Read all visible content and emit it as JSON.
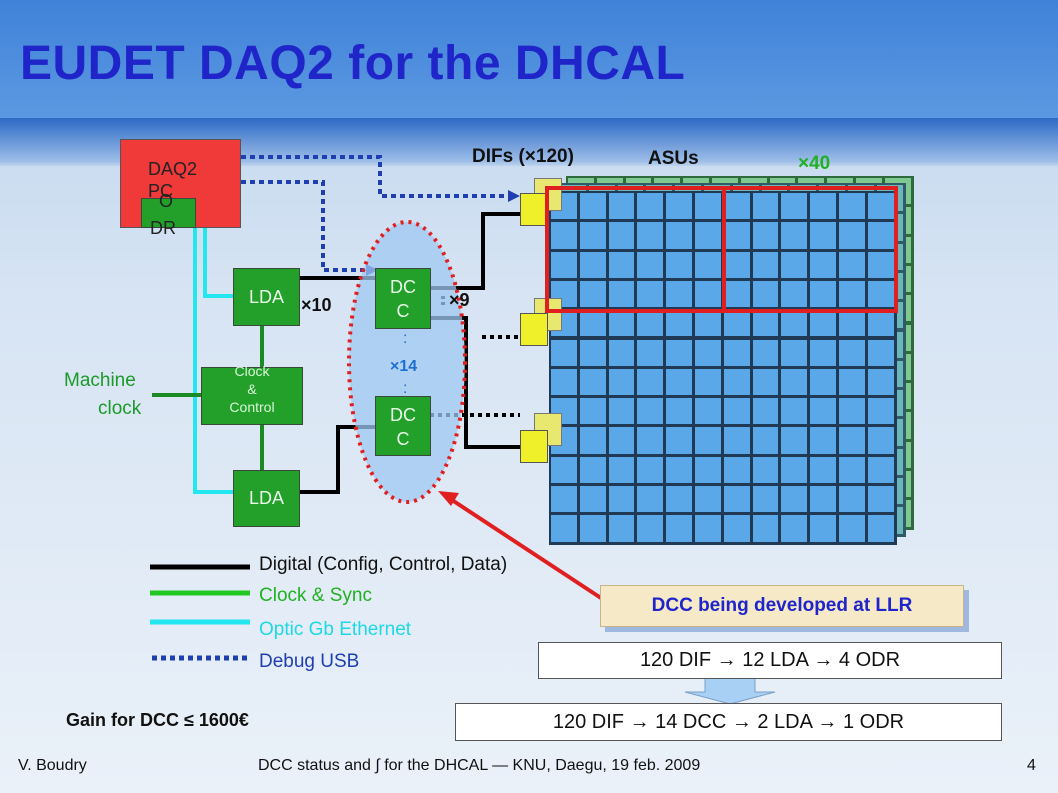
{
  "title": "EUDET DAQ2 for the DHCAL",
  "diagram": {
    "daq_pc": "DAQ2 PC",
    "odr_top": "O",
    "odr_bottom": "DR",
    "lda": "LDA",
    "clock_control": [
      "Clock",
      "&",
      "Control"
    ],
    "dcc": [
      "DC",
      "C"
    ],
    "machine_clock": [
      "Machine",
      "clock"
    ],
    "mult_lda_dcc": "×10",
    "mult_dcc_dif": "×9",
    "mult_dcc": "×14",
    "difs_label": "DIFs (×120)",
    "asus_label": "ASUs",
    "mult_asu": "×40"
  },
  "legend": {
    "items": [
      {
        "label": "Digital (Config, Control, Data)",
        "color": "#000000"
      },
      {
        "label": "Clock & Sync",
        "color": "#22c822"
      },
      {
        "label": "Optic Gb Ethernet",
        "color": "#22e6f0"
      },
      {
        "label": "Debug USB",
        "color": "#1f3fb0"
      }
    ]
  },
  "callout": "DCC being developed at LLR",
  "flow": {
    "before": "120 DIF → 12 LDA → 4 ODR",
    "after": "120 DIF → 14 DCC → 2 LDA → 1 ODR"
  },
  "gain": "Gain for DCC ≤ 1600€",
  "footer": {
    "author": "V. Boudry",
    "center": "DCC status and ∫ for the DHCAL  — KNU, Daegu, 19 feb. 2009",
    "page": "4"
  },
  "colors": {
    "title": "#1f25c8",
    "daq_pc": "#f03a3a",
    "green_box": "#22a02a",
    "asu_pad": "#5aa8e8",
    "dif": "#f0f02a",
    "highlight": "#e02020",
    "callout_text": "#1f25c8"
  }
}
